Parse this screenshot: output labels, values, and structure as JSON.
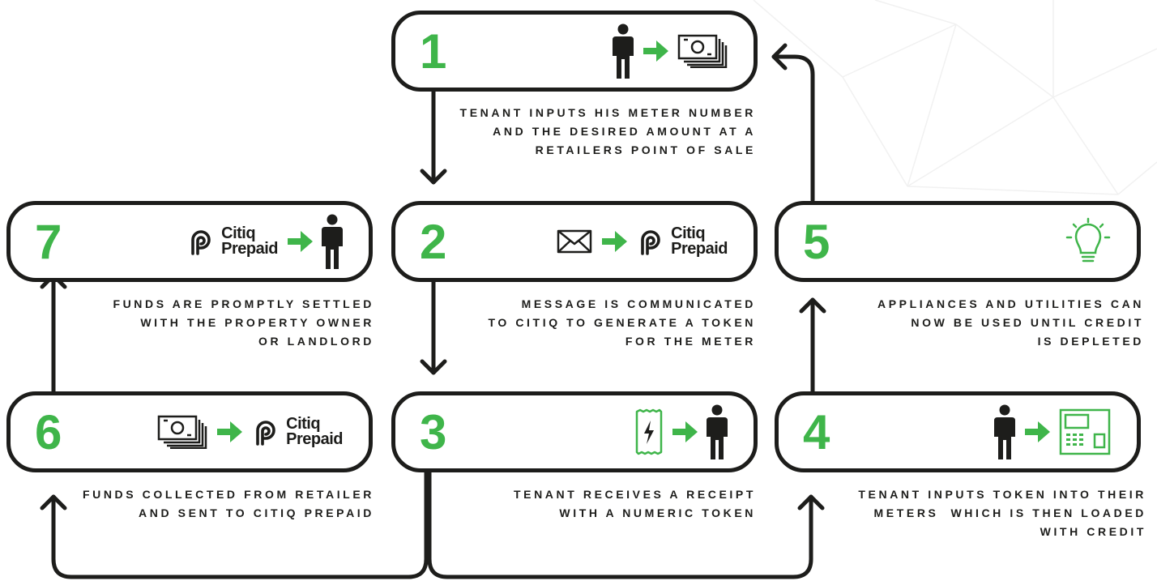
{
  "colors": {
    "accent": "#3fb54a",
    "ink": "#1d1d1b",
    "background": "#ffffff"
  },
  "brand": {
    "name_line1": "Citiq",
    "name_line2": "Prepaid"
  },
  "steps": [
    {
      "number": "1",
      "icons": [
        "person-icon",
        "arrow-right-icon",
        "cash-stack-icon"
      ],
      "description": [
        "TENANT INPUTS HIS METER NUMBER",
        "AND THE DESIRED AMOUNT AT A",
        "RETAILERS POINT OF SALE"
      ]
    },
    {
      "number": "2",
      "icons": [
        "envelope-icon",
        "arrow-right-icon",
        "citiq-prepaid-logo"
      ],
      "description": [
        "MESSAGE IS COMMUNICATED",
        "TO CITIQ TO GENERATE A TOKEN",
        "FOR THE METER"
      ]
    },
    {
      "number": "3",
      "icons": [
        "receipt-token-icon",
        "arrow-right-icon",
        "person-icon"
      ],
      "description": [
        "TENANT RECEIVES A RECEIPT",
        "WITH A NUMERIC TOKEN"
      ]
    },
    {
      "number": "4",
      "icons": [
        "person-icon",
        "arrow-right-icon",
        "prepaid-meter-icon"
      ],
      "description": [
        "TENANT INPUTS TOKEN INTO THEIR",
        "METERS  WHICH IS THEN LOADED",
        "WITH CREDIT"
      ]
    },
    {
      "number": "5",
      "icons": [
        "lightbulb-icon"
      ],
      "description": [
        "APPLIANCES AND UTILITIES CAN",
        "NOW BE USED UNTIL CREDIT",
        "IS DEPLETED"
      ]
    },
    {
      "number": "6",
      "icons": [
        "cash-stack-icon",
        "arrow-right-icon",
        "citiq-prepaid-logo"
      ],
      "description": [
        "FUNDS COLLECTED FROM RETAILER",
        "AND SENT TO CITIQ PREPAID"
      ]
    },
    {
      "number": "7",
      "icons": [
        "citiq-prepaid-logo",
        "arrow-right-icon",
        "person-icon"
      ],
      "description": [
        "FUNDS ARE PROMPTLY SETTLED",
        "WITH THE PROPERTY OWNER",
        "OR LANDLORD"
      ]
    }
  ]
}
